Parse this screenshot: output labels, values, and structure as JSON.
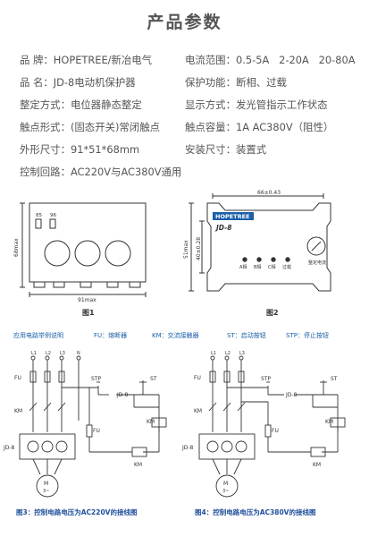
{
  "title": "产品参数",
  "specs": {
    "brand_label": "品    牌：",
    "brand_value": "HOPETREE/新冶电气",
    "current_label": "电流范围：",
    "current_value": "0.5-5A   2-20A   20-80A",
    "name_label": "品    名：",
    "name_value": "JD-8电动机保护器",
    "protect_label": "保护功能：",
    "protect_value": "断相、过载",
    "setting_label": "整定方式：",
    "setting_value": "电位器静态整定",
    "display_label": "显示方式：",
    "display_value": "发光管指示工作状态",
    "contact_label": "触点形式：",
    "contact_value": "(固态开关)常闭触点",
    "capacity_label": "触点容量：",
    "capacity_value": "1A AC380V（阻性）",
    "size_label": "外形尺寸：",
    "size_value": "91*51*68mm",
    "install_label": "安装尺寸：",
    "install_value": "装置式",
    "ctrl_label": "控制回路：",
    "ctrl_value": "AC220V与AC380V通用"
  },
  "fig1": {
    "caption": "图1",
    "label_85": "85",
    "label_96": "96",
    "height_dim": "68max",
    "width_dim": "91max"
  },
  "fig2": {
    "caption": "图2",
    "top_dim": "66±0.43",
    "height_dim": "51max",
    "inner_dim": "40±0.28",
    "brand": "HOPETREE",
    "model": "JD-8",
    "led_a": "A相",
    "led_b": "B相",
    "led_c": "C相",
    "led_over": "过载",
    "knob_label": "整定电流"
  },
  "legend": {
    "title": "应用电路举例说明",
    "fu": "FU：熔断器",
    "km": "KM：交流接触器",
    "st": "ST：启动按钮",
    "stp": "STP：停止按钮"
  },
  "fig3": {
    "caption": "图3：控制电路电压为AC220V的接线图",
    "l1": "L1",
    "l2": "L2",
    "l3": "L3",
    "n": "N",
    "fu": "FU",
    "fu2": "FU",
    "stp": "STP",
    "jd8": "JD-8",
    "st": "ST",
    "km": "KM",
    "km2": "KM",
    "km3": "KM",
    "jd8b": "JD-8",
    "motor": "M",
    "motor_sub": "3~"
  },
  "fig4": {
    "caption": "图4：控制电路电压为AC380V的接线图",
    "l1": "L1",
    "l2": "L2",
    "l3": "L3",
    "fu": "FU",
    "fu2": "FU",
    "stp": "STP",
    "jd8": "JD-8",
    "st": "ST",
    "km": "KM",
    "km2": "KM",
    "km3": "KM",
    "jd8b": "JD-8",
    "motor": "M",
    "motor_sub": "3~"
  },
  "colors": {
    "line": "#333333",
    "accent_blue": "#1a5fa8",
    "caption_blue": "#1f4f9a"
  }
}
